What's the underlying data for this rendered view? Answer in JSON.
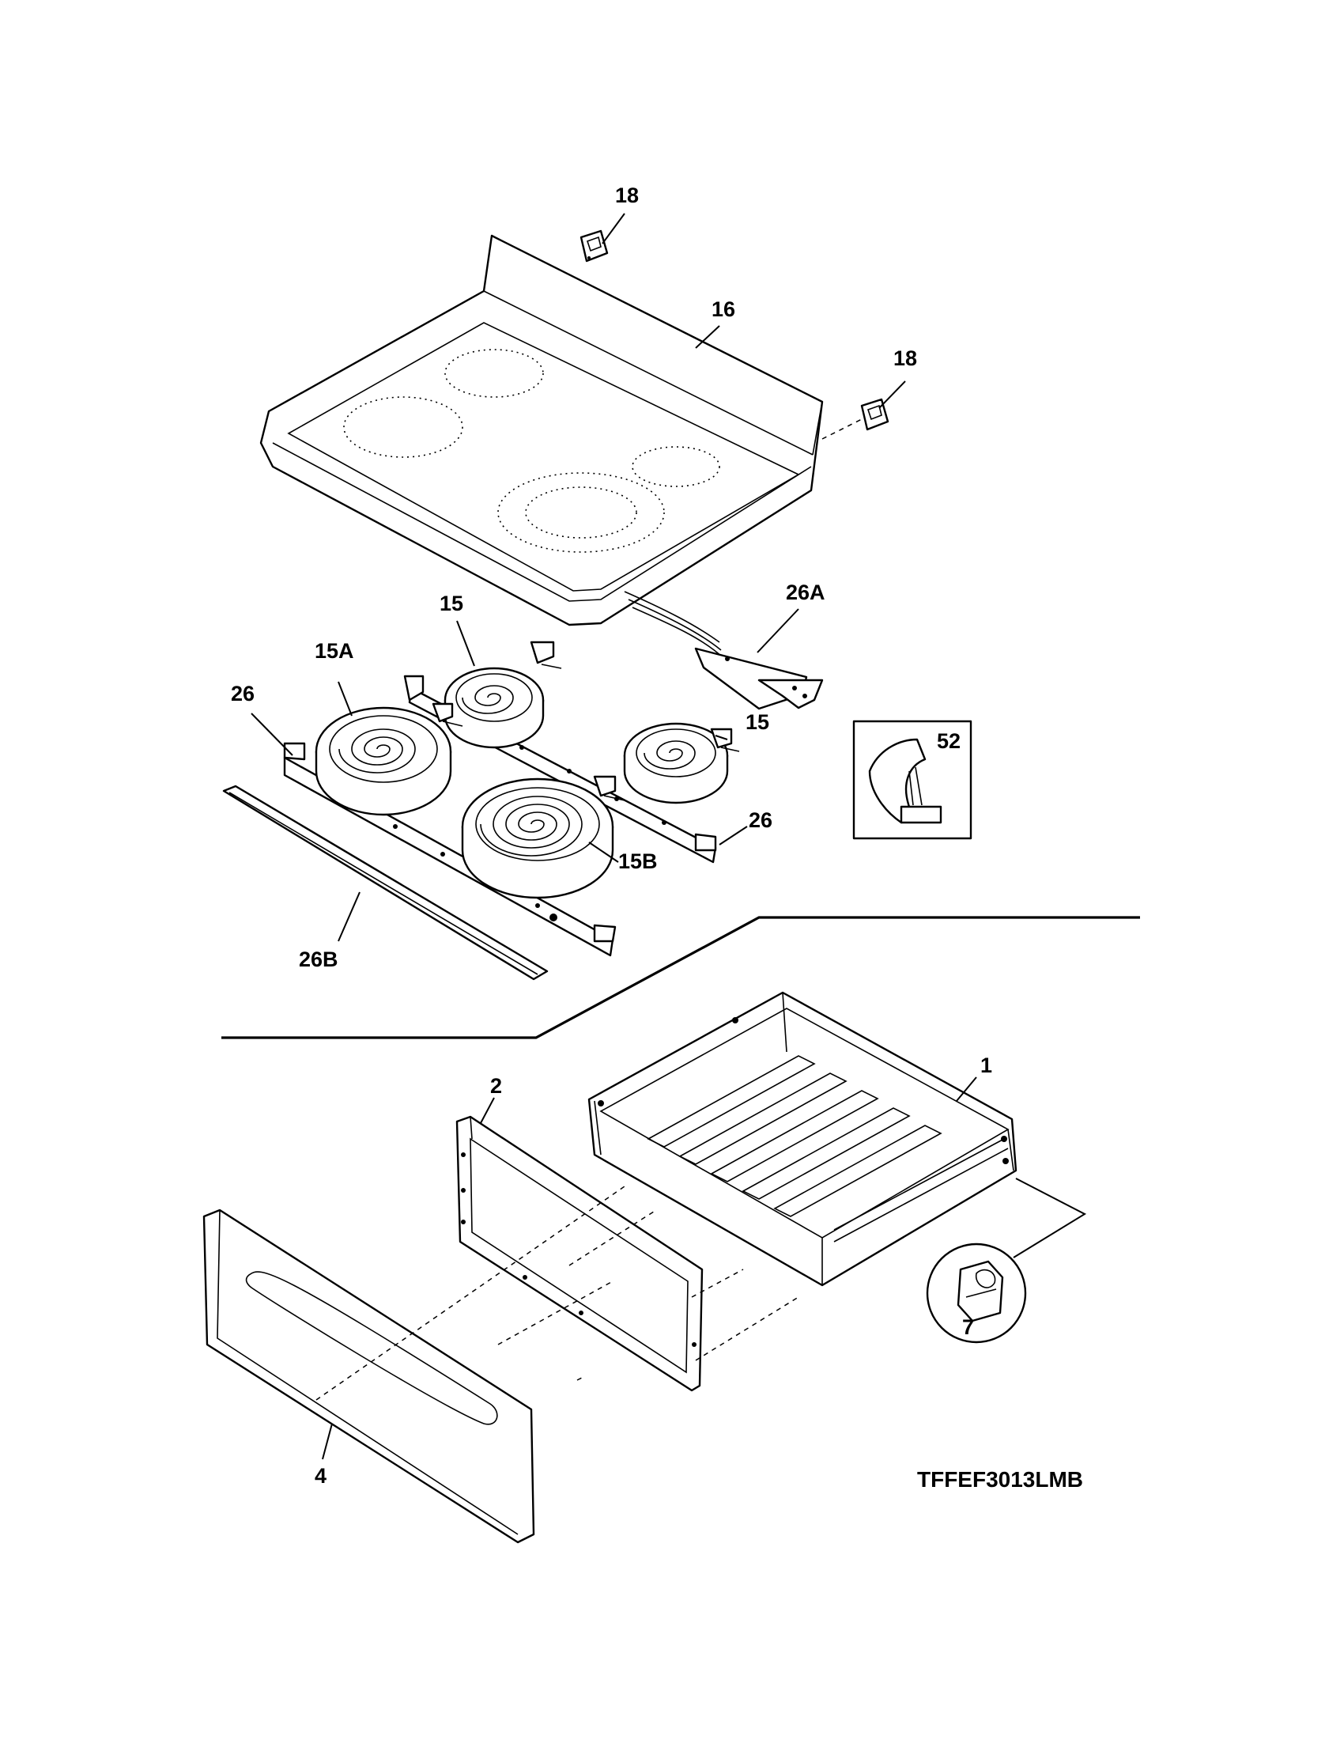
{
  "diagram": {
    "model_number": "TFFEF3013LMB",
    "labels": {
      "p18_top": "18",
      "p18_right": "18",
      "p16": "16",
      "p26a": "26A",
      "p15_top": "15",
      "p15a": "15A",
      "p26_left": "26",
      "p15_right": "15",
      "p52": "52",
      "p26_right": "26",
      "p15b": "15B",
      "p26b": "26B",
      "p1": "1",
      "p2": "2",
      "p7": "7",
      "p4": "4"
    }
  }
}
